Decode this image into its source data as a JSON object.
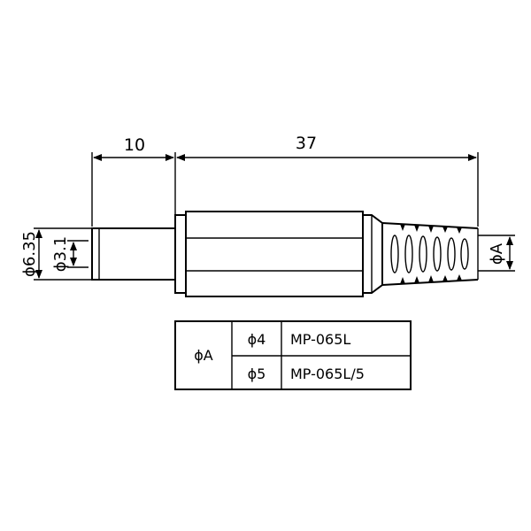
{
  "dimensions": {
    "plug_length": "10",
    "body_length": "37",
    "outer_diameter": "ϕ6.35",
    "tip_diameter": "ϕ3.1",
    "cable_diameter": "ϕA"
  },
  "table": {
    "header": "ϕA",
    "rows": [
      {
        "diameter": "ϕ4",
        "model": "MP-065L"
      },
      {
        "diameter": "ϕ5",
        "model": "MP-065L/5"
      }
    ]
  }
}
